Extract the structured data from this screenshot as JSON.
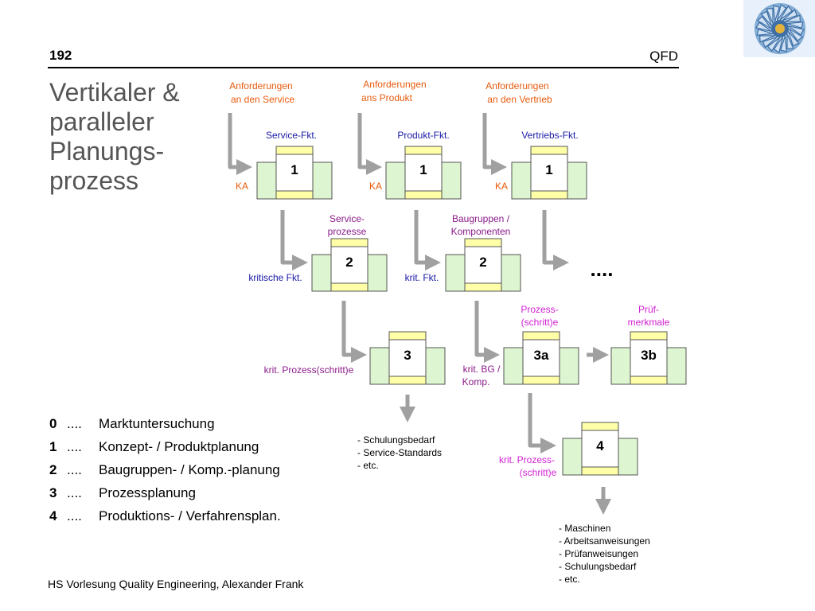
{
  "header": {
    "page_number": "192",
    "right_label": "QFD"
  },
  "title_lines": [
    "Vertikaler &",
    "paralleler",
    "Planungs-",
    "prozess"
  ],
  "inputs": {
    "service": [
      "Anforderungen",
      "an den Service"
    ],
    "product": [
      "Anforderungen",
      "ans Produkt"
    ],
    "sales": [
      "Anforderungen",
      "an den  Vertrieb"
    ]
  },
  "functions": {
    "service": "Service-Fkt.",
    "product": "Produkt-Fkt.",
    "sales": "Vertriebs-Fkt."
  },
  "ka_label": "KA",
  "houses": {
    "h1a": "1",
    "h1b": "1",
    "h1c": "1",
    "h2a": "2",
    "h2b": "2",
    "h3": "3",
    "h3a": "3a",
    "h3b": "3b",
    "h4": "4"
  },
  "labels": {
    "service_processes": [
      "Service-",
      "prozesse"
    ],
    "assemblies": [
      "Baugruppen /",
      "Komponenten"
    ],
    "critical_fkt": "kritische Fkt.",
    "crit_fkt": "krit. Fkt.",
    "continuation": "....",
    "process_steps": [
      "Prozess-",
      "(schritt)e"
    ],
    "test_features": [
      "Prüf-",
      "merkmale"
    ],
    "crit_process_3": "krit. Prozess(schritt)e",
    "crit_bg": [
      "krit. BG /",
      "Komp."
    ],
    "crit_process_4": [
      "krit. Prozess-",
      "(schritt)e"
    ]
  },
  "notes_3": [
    "- Schulungsbedarf",
    "- Service-Standards",
    "- etc."
  ],
  "notes_4": [
    "- Maschinen",
    "- Arbeitsanweisungen",
    "- Prüfanweisungen",
    "- Schulungsbedarf",
    "- etc."
  ],
  "phases": [
    {
      "num": "0",
      "dots": "....",
      "text": "Marktuntersuchung"
    },
    {
      "num": "1",
      "dots": "....",
      "text": "Konzept- / Produktplanung"
    },
    {
      "num": "2",
      "dots": "....",
      "text": "Baugruppen- / Komp.-planung"
    },
    {
      "num": "3",
      "dots": "....",
      "text": "Prozessplanung"
    },
    {
      "num": "4",
      "dots": "....",
      "text": "Produktions- / Verfahrensplan."
    }
  ],
  "footer": "HS Vorlesung Quality Engineering, Alexander Frank",
  "colors": {
    "orange_label": "#E85A0C",
    "blue_label": "#1A1AA8",
    "purple_label": "#8A1A8A",
    "magenta_label": "#D21FD2",
    "house_green": "#DDF5D0",
    "house_yellow": "#FFFFA8",
    "arrow_gray": "#A0A0A0"
  },
  "icons": {
    "logo": "turbine-wheel-icon"
  }
}
